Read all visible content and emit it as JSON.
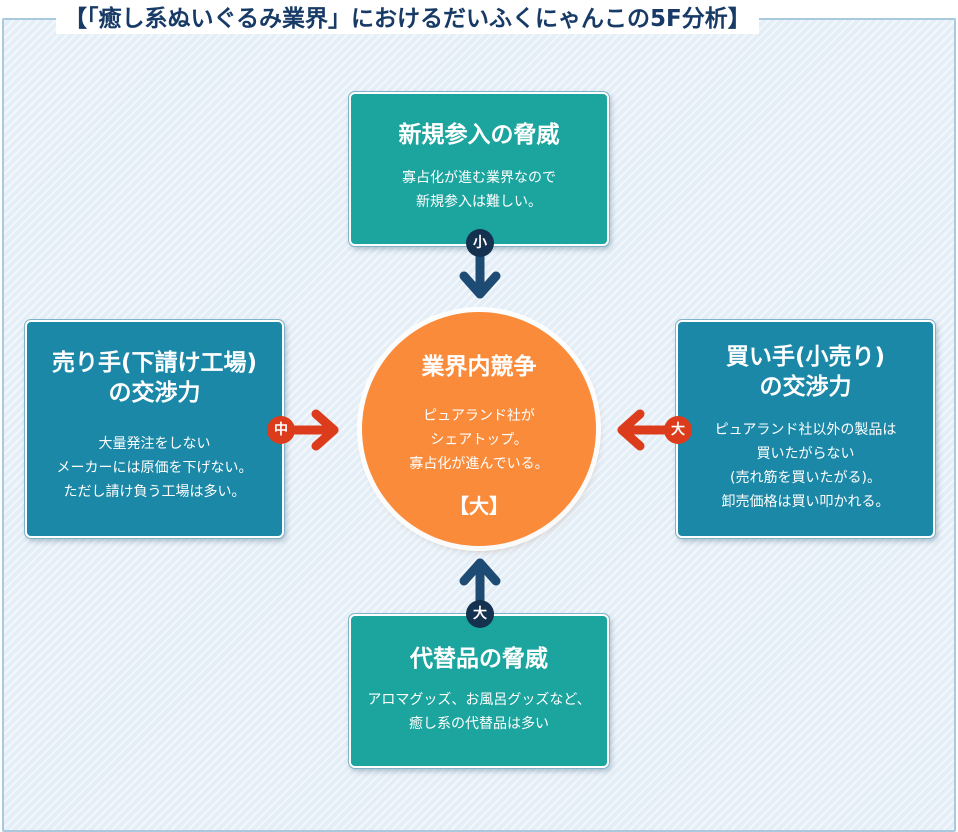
{
  "title": "【「癒し系ぬいぐるみ業界」におけるだいふくにゃんこの5F分析】",
  "center": {
    "title": "業界内競争",
    "lines": [
      "ピュアランド社が",
      "シェアトップ。",
      "寡占化が進んでいる。"
    ],
    "level": "【大】"
  },
  "top": {
    "title": "新規参入の脅威",
    "lines": [
      "寡占化が進む業界なので",
      "新規参入は難しい。"
    ],
    "level": "小"
  },
  "left": {
    "title_lines": [
      "売り手(下請け工場)",
      "の交渉力"
    ],
    "lines": [
      "大量発注をしない",
      "メーカーには原価を下げない。",
      "ただし請け負う工場は多い。"
    ],
    "level": "中"
  },
  "right": {
    "title_lines": [
      "買い手(小売り)",
      "の交渉力"
    ],
    "lines": [
      "ピュアランド社以外の製品は",
      "買いたがらない",
      "(売れ筋を買いたがる)。",
      "卸売価格は買い叩かれる。"
    ],
    "level": "大"
  },
  "bottom": {
    "title": "代替品の脅威",
    "lines": [
      "アロマグッズ、お風呂グッズなど、",
      "癒し系の代替品は多い"
    ],
    "level": "大"
  },
  "colors": {
    "teal_box": "#1ba59e",
    "blue_box": "#1b88a8",
    "center_circle": "#f98b3a",
    "navy_arrow": "#1e4b73",
    "red_arrow": "#dc3c1b",
    "title_text": "#173a66"
  }
}
